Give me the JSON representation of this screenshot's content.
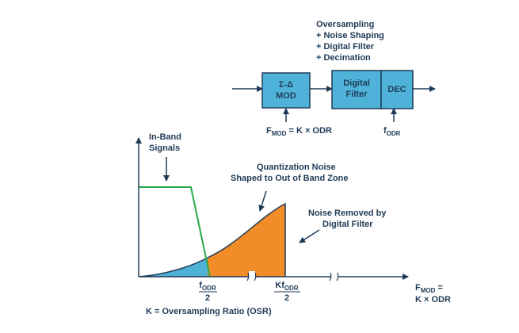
{
  "header_notes": [
    "Oversampling",
    "+ Noise Shaping",
    "+ Digital Filter",
    "+ Decimation"
  ],
  "blocks": {
    "modulator": [
      "Σ-Δ",
      "MOD"
    ],
    "digital_filter": [
      "Digital",
      "Filter"
    ],
    "decimator": "DEC"
  },
  "block_labels": {
    "fmod_prefix": "F",
    "fmod_sub": "MOD",
    "fmod_suffix": " = K × ODR",
    "fodr_prefix": "f",
    "fodr_sub": "ODR"
  },
  "plot_labels": {
    "in_band": [
      "In-Band",
      "Signals"
    ],
    "quantization": [
      "Quantization Noise",
      "Shaped to Out of Band Zone"
    ],
    "noise_removed": [
      "Noise Removed by",
      "Digital Filter"
    ],
    "tick_fodr_prefix": "f",
    "tick_fodr_sub": "ODR",
    "tick_kfodr_prefix": "Kf",
    "tick_kfodr_sub": "ODR",
    "tick_denominator": "2",
    "axis_end_prefix": "F",
    "axis_end_sub": "MOD",
    "axis_end_suffix": " =",
    "axis_end_line2": "K × ODR",
    "footnote": "K = Oversampling Ratio (OSR)"
  },
  "colors": {
    "block_fill": "#4fb3d9",
    "block_stroke": "#1f3b57",
    "signal_line": "#27a84a",
    "shaped_noise": "#f28c28",
    "inband_noise": "#4fb3d9",
    "text": "#1f3b57"
  }
}
